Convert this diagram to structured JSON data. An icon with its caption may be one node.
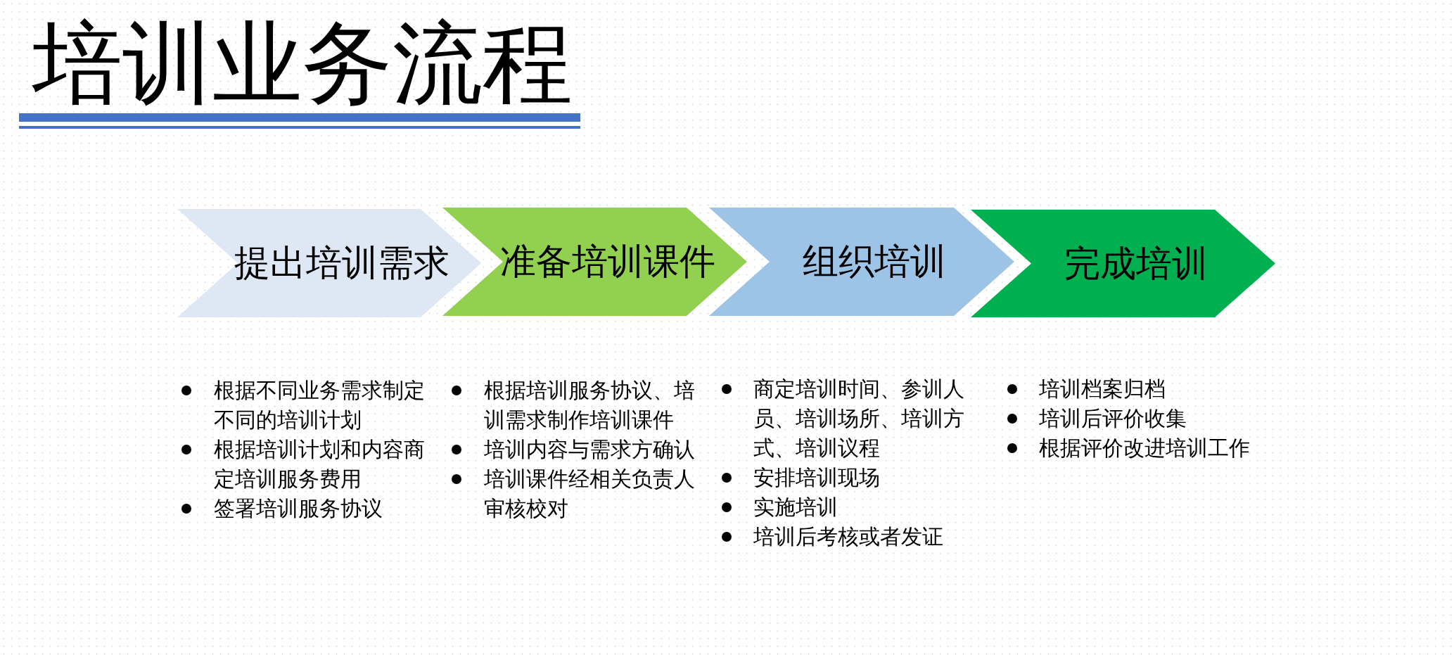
{
  "diagram": {
    "title": "培训业务流程",
    "nodes": [
      {
        "text": [
          "提出培训需求"
        ],
        "beside": [
          "根据不同业务需求制定不同的培训计划",
          "根据培训计划和内容商定培训服务费用",
          "签署培训服务协议"
        ]
      },
      {
        "text": [
          "准备培训课件"
        ],
        "beside": [
          "根据培训服务协议、培训需求制作培训课件",
          "培训内容与需求方确认",
          "培训课件经相关负责人审核校对"
        ]
      },
      {
        "text": [
          "组织培训"
        ],
        "beside": [
          "商定培训时间、参训人员、培训场所、培训方式、培训议程",
          "安排培训现场",
          "实施培训",
          "培训后考核或者发证"
        ]
      },
      {
        "text": [
          "完成培训"
        ],
        "beside": [
          "培训档案归档",
          "培训后评价收集",
          "根据评价改进培训工作"
        ]
      }
    ]
  }
}
